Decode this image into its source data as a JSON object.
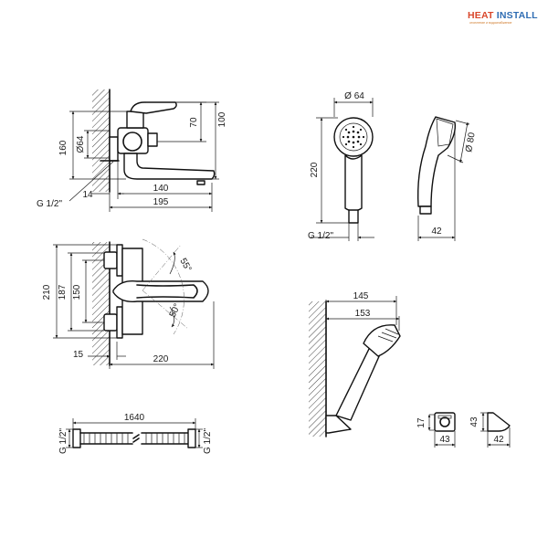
{
  "brand": {
    "name": "HEAT INSTALL",
    "tagline": "отопление и водоснабжение",
    "colors": {
      "heat": "#d9472b",
      "install": "#2f6db3",
      "ink": "#111111"
    }
  },
  "dims": {
    "mixer_side": {
      "d70": "70",
      "d100": "100",
      "d160": "160",
      "d64": "Ø64",
      "d140": "140",
      "d14": "14",
      "d195": "195",
      "thread": "G 1/2\""
    },
    "mixer_front": {
      "d210": "210",
      "d187": "187",
      "d150": "150",
      "d15": "15",
      "d220": "220",
      "a55": "55°",
      "a50": "50°"
    },
    "hose": {
      "len": "1640",
      "thread_left": "G 1/2\"",
      "thread_right": "G 1/2\""
    },
    "handshower": {
      "d64": "Ø 64",
      "d220": "220",
      "thread": "G 1/2\"",
      "d80": "Ø 80",
      "d42": "42"
    },
    "wall_view": {
      "d145": "145",
      "d153": "153"
    },
    "holder": {
      "d17": "17",
      "d43a": "43",
      "d43b": "43",
      "d42": "42"
    }
  }
}
